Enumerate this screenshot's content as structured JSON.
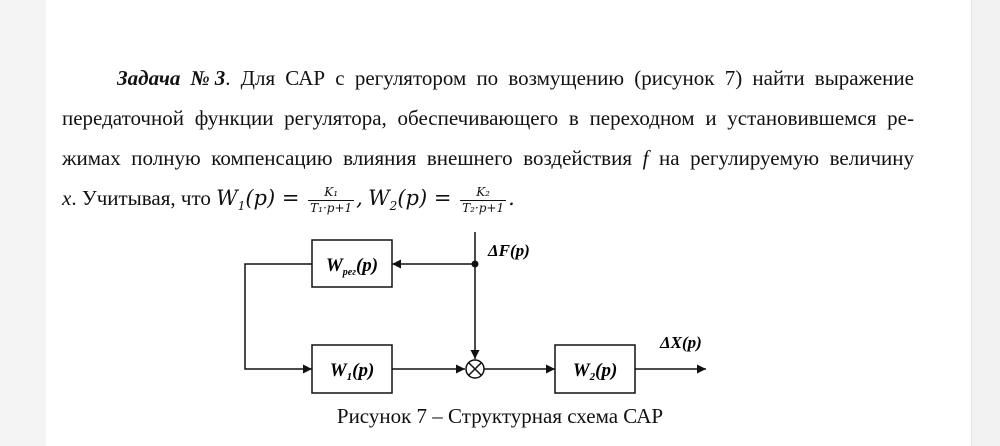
{
  "task": {
    "heading": "Задача №3",
    "line1_rest": ". Для САР с регулятором по возмущению (рисунок 7) найти выражение",
    "line2": "передаточной функции регулятора, обеспечивающего в переходном и установившемся ре-",
    "line3_pre": "жимах полную компенсацию влияния внешнего воздействия ",
    "line3_var": "f",
    "line3_post": " на регулируемую величину",
    "line4_var": "x",
    "line4_text": ". Учитывая, что ",
    "w1": "W",
    "w1_sub": "1",
    "w1_arg": "(p) = ",
    "f1_num": "K₁",
    "f1_den": "T₁·p+1",
    "sep": ",",
    "w2": "W",
    "w2_sub": "2",
    "w2_arg": "(p) = ",
    "f2_num": "K₂",
    "f2_den": "T₂·p+1",
    "end": "."
  },
  "diagram": {
    "reg_block": "W",
    "reg_sub": "рег",
    "reg_arg": "(p)",
    "w1_block": "W",
    "w1_sub": "1",
    "w1_arg": "(p)",
    "w2_block": "W",
    "w2_sub": "2",
    "w2_arg": "(p)",
    "input_label": "ΔF(p)",
    "output_label": "ΔX(p)"
  },
  "caption": "Рисунок 7 – Структурная схема САР",
  "colors": {
    "ink": "#111111",
    "page": "#ffffff"
  }
}
